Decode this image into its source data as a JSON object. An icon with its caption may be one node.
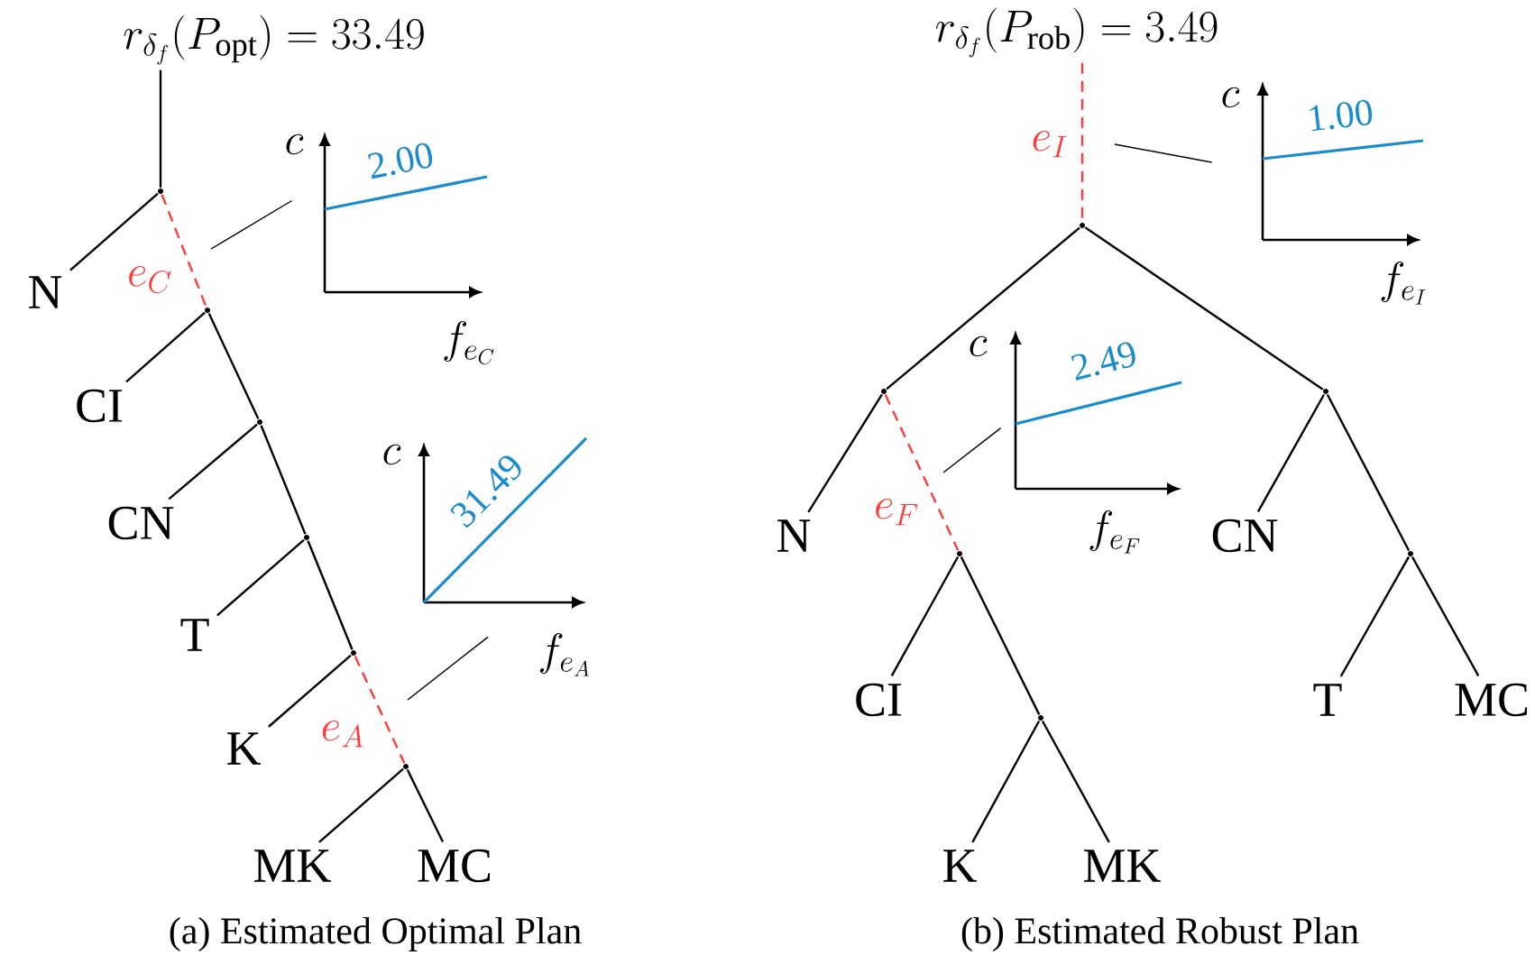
{
  "diagram": {
    "nodes": [
      {
        "text": [
          "r_{\\delta_f}(P_{\\mathrm{opt}}) = 33.49"
        ]
      },
      {
        "text": [],
        "shape": "point"
      },
      {
        "text": [
          "N"
        ]
      },
      {
        "text": [],
        "shape": "point"
      },
      {
        "text": [
          "CI"
        ]
      },
      {
        "text": [],
        "shape": "point"
      },
      {
        "text": [
          "CN"
        ]
      },
      {
        "text": [],
        "shape": "point"
      },
      {
        "text": [
          "T"
        ]
      },
      {
        "text": [],
        "shape": "point"
      },
      {
        "text": [
          "K"
        ]
      },
      {
        "text": [],
        "shape": "point"
      },
      {
        "text": [
          "MK"
        ]
      },
      {
        "text": [
          "MC"
        ]
      },
      {
        "text": [
          "c",
          "f_{e_C}",
          "2.00"
        ]
      },
      {
        "text": [
          "c",
          "f_{e_A}",
          "31.49"
        ]
      },
      {
        "text": [
          "r_{\\delta_f}(P_{\\mathrm{rob}}) = 3.49"
        ]
      },
      {
        "text": [],
        "shape": "point"
      },
      {
        "text": [
          "c",
          "f_{e_I}",
          "1.00"
        ]
      },
      {
        "text": [],
        "shape": "point"
      },
      {
        "text": [],
        "shape": "point"
      },
      {
        "text": [
          "N"
        ]
      },
      {
        "text": [
          "c",
          "f_{e_F}",
          "2.49"
        ]
      },
      {
        "text": [],
        "shape": "point"
      },
      {
        "text": [
          "CN"
        ]
      },
      {
        "text": [],
        "shape": "point"
      },
      {
        "text": [
          "CI"
        ]
      },
      {
        "text": [
          "T"
        ]
      },
      {
        "text": [
          "MC"
        ]
      },
      {
        "text": [],
        "shape": "point"
      },
      {
        "text": [
          "K"
        ]
      },
      {
        "text": [
          "MK"
        ]
      }
    ],
    "edges": [
      {
        "from": 0,
        "to": 1,
        "arrow": "none"
      },
      {
        "from": 1,
        "to": 2,
        "arrow": "none"
      },
      {
        "from": 1,
        "to": 3,
        "arrow": "none",
        "label": "e_C",
        "style": "dashed",
        "color": "#ff3b3b"
      },
      {
        "from": 3,
        "to": 4,
        "arrow": "none"
      },
      {
        "from": 3,
        "to": 5,
        "arrow": "none"
      },
      {
        "from": 5,
        "to": 6,
        "arrow": "none"
      },
      {
        "from": 5,
        "to": 7,
        "arrow": "none"
      },
      {
        "from": 7,
        "to": 8,
        "arrow": "none"
      },
      {
        "from": 7,
        "to": 9,
        "arrow": "none"
      },
      {
        "from": 9,
        "to": 10,
        "arrow": "none"
      },
      {
        "from": 9,
        "to": 11,
        "arrow": "none",
        "label": "e_A",
        "style": "dashed",
        "color": "#ff3b3b"
      },
      {
        "from": 11,
        "to": 12,
        "arrow": "none"
      },
      {
        "from": 11,
        "to": 13,
        "arrow": "none"
      },
      {
        "from": 14,
        "to": null,
        "arrow": "none"
      },
      {
        "from": 15,
        "to": null,
        "arrow": "none"
      },
      {
        "from": 16,
        "to": 17,
        "arrow": "none",
        "label": "e_I",
        "style": "dashed",
        "color": "#ff3b3b"
      },
      {
        "from": 17,
        "to": 19,
        "arrow": "none"
      },
      {
        "from": 17,
        "to": 20,
        "arrow": "none"
      },
      {
        "from": 19,
        "to": 21,
        "arrow": "none"
      },
      {
        "from": 19,
        "to": 23,
        "arrow": "none",
        "label": "e_F",
        "style": "dashed",
        "color": "#ff3b3b"
      },
      {
        "from": 23,
        "to": 26,
        "arrow": "none"
      },
      {
        "from": 23,
        "to": 29,
        "arrow": "none"
      },
      {
        "from": 29,
        "to": 30,
        "arrow": "none"
      },
      {
        "from": 29,
        "to": 31,
        "arrow": "none"
      },
      {
        "from": 20,
        "to": 24,
        "arrow": "none"
      },
      {
        "from": 20,
        "to": 25,
        "arrow": "none"
      },
      {
        "from": 25,
        "to": 27,
        "arrow": "none"
      },
      {
        "from": 25,
        "to": 28,
        "arrow": "none"
      },
      {
        "from": 18,
        "to": null,
        "arrow": "none"
      },
      {
        "from": 22,
        "to": null,
        "arrow": "none"
      }
    ],
    "labels": [
      "(a) Estimated Optimal Plan",
      "(b) Estimated Robust Plan"
    ]
  }
}
